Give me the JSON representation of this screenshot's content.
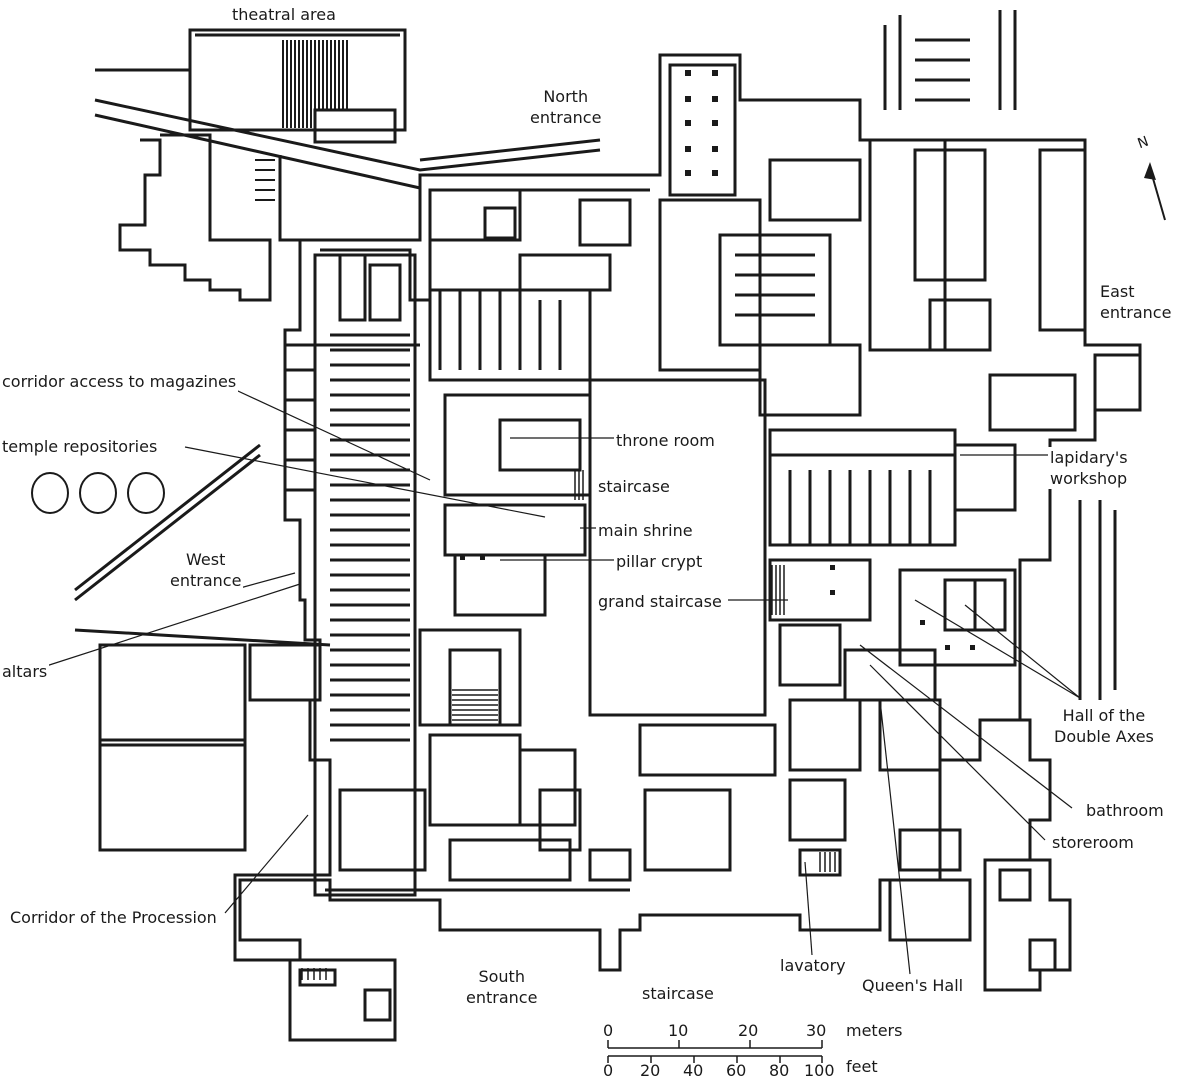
{
  "labels": {
    "theatral_area": "theatral area",
    "north_entrance": "North\nentrance",
    "east_entrance": "East\nentrance",
    "corridor_access": "corridor access to magazines",
    "temple_repositories": "temple repositories",
    "west_entrance": "West\nentrance",
    "altars": "altars",
    "corridor_procession": "Corridor of the Procession",
    "south_entrance": "South\nentrance",
    "staircase_south": "staircase",
    "lavatory": "lavatory",
    "queens_hall": "Queen's Hall",
    "throne_room": "throne room",
    "staircase": "staircase",
    "main_shrine": "main shrine",
    "pillar_crypt": "pillar crypt",
    "grand_staircase": "grand staircase",
    "lapidarys_workshop": "lapidary's\nworkshop",
    "hall_double_axes": "Hall of the\nDouble Axes",
    "bathroom": "bathroom",
    "storeroom": "storeroom"
  },
  "north_arrow": {
    "letter": "N"
  },
  "scale": {
    "meters_unit": "meters",
    "meters_ticks": [
      "0",
      "10",
      "20",
      "30"
    ],
    "feet_unit": "feet",
    "feet_ticks": [
      "0",
      "20",
      "40",
      "60",
      "80",
      "100"
    ]
  }
}
